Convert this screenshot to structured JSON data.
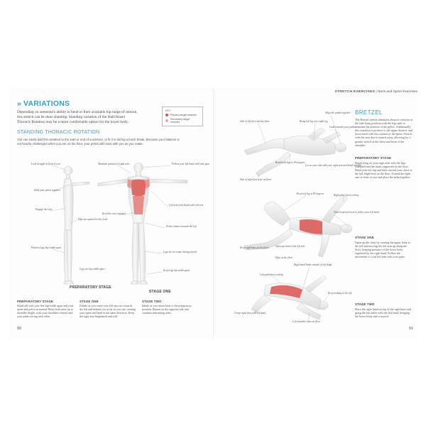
{
  "left_page": {
    "section_title": "VARIATIONS",
    "chevron": "»",
    "intro": "Depending on someone's ability to bend or their available hip range of motion, this stretch can be done standing. Standing variation of the Half-Kneel Thoracic Rotation may be a more comfortable option for the lower body.",
    "key": {
      "title": "KEY",
      "items": [
        {
          "label": "Primary target muscles",
          "color": "#d9534f"
        },
        {
          "label": "Secondary target muscles",
          "color": "#f0a4a4"
        }
      ]
    },
    "subsection_title": "STANDING THORACIC ROTATION",
    "subsection_desc": "You can easily add this variation to the start or end of a workout, or fit it in during a lunch break. Because your balance is not heavily challenged when you are on the floor, your pelvis will move with you as you rotate.",
    "figure_labels": {
      "f1": [
        "Look straight in front of you",
        "Hold your palms together",
        "Engage the core",
        "Hips are squared to the front",
        "Position legs hip-width apart",
        "Legs are hip-width apart"
      ],
      "f2": [
        "Maintain position of right arm",
        "Keep the core engaged",
        "Pelvis rotates towards the left",
        "Legs do not rotate during stretch",
        "Keep legs hip-width apart"
      ],
      "f3": [
        "Follow your left hand with your gaze",
        "Left arm look ahead with left arm"
      ]
    },
    "captions": {
      "prep": "PREPARATORY STAGE",
      "one": "STAGE ONE"
    },
    "steps": [
      {
        "title": "PREPARATORY STAGE",
        "text": "Stand tall with your feet hip-width apart and your spine and pelvis in neutral. Raise both arms up to shoulder height, with your shoulders relaxed and your palms facing each other."
      },
      {
        "title": "STAGE ONE",
        "text": "Exhale as you rotate your left arm out towards the left and behind you as far as you can, rotating your spine and head in the same direction. Keep the right arm lengthened and still."
      },
      {
        "title": "STAGE TWO",
        "text": "Inhale as you return back to the preparatory position. Repeat on the opposite side and continue alternating sides."
      }
    ],
    "page_number": "90"
  },
  "right_page": {
    "running_head_a": "STRETCH EXERCISES",
    "running_head_b": "Neck and Spine Exercises",
    "title": "BRETZEL",
    "intro": "The Bretzel stretch stimulates thoracic rotation in the side-lying position with the legs split to maintain the position of the pelvis. Additionally, this variation is positive to the upper thoracic and lower back with the rotation of the spine. Stretch with the arm that is rotated away, allowing for a greater stretch at the chest and front of the shoulder.",
    "steps": [
      {
        "title": "PREPARATORY STAGE",
        "text": "Begin lying on your right side with the legs extended and the trunk supported on the floor. Bend your left hip and knee toward your chest so the left thigh rests on the floor. Extend the right arm in front of you and place the palm together."
      },
      {
        "title": "STAGE ONE",
        "text": "Open up the chest by rotating the upper body to the left and moving the left arm up along the floor, keeping pressure of the lower body regulated by the right hand. Follow the movement of your left arm with your gaze."
      },
      {
        "title": "STAGE TWO",
        "text": "Place the right hand on top of the right knee and grasp the left ankle with the left hand, bringing the lower body into a stretch."
      }
    ],
    "figure_labels": {
      "r1": [
        "Side of left foot touches floor",
        "Bring left leg over right leg",
        "Align the palms together",
        "Look towards your palms",
        "Bend both legs to 90 degrees",
        "Lie on your side with your right arm and head straight",
        "Side of right foot rests on floor"
      ],
      "r2": [
        "Keep left leg at 90 degrees",
        "Right palm faces ceiling",
        "Open up arms to the left side",
        "Keep right knee on the floor",
        "Twist head and neck to follow your left hand",
        "Hips on the floor"
      ],
      "r3": [
        "Left palm faces ceiling",
        "Right hand holds outside of left thigh",
        "Grasp right foot with left hand",
        "Left shoulder rests on floor",
        "Keep looking to the left"
      ]
    },
    "page_number": "91"
  }
}
